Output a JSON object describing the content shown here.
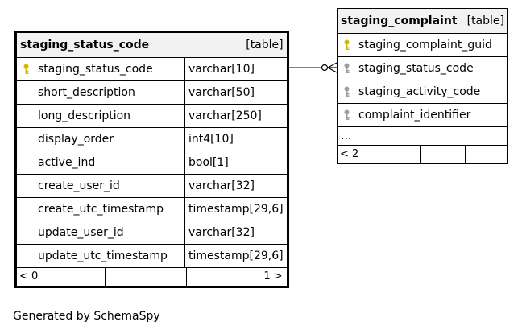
{
  "tables": {
    "status": {
      "name": "staging_status_code",
      "kind": "[table]",
      "columns": [
        {
          "name": "staging_status_code",
          "type": "varchar[10]",
          "key": "primary"
        },
        {
          "name": "short_description",
          "type": "varchar[50]",
          "key": "none"
        },
        {
          "name": "long_description",
          "type": "varchar[250]",
          "key": "none"
        },
        {
          "name": "display_order",
          "type": "int4[10]",
          "key": "none"
        },
        {
          "name": "active_ind",
          "type": "bool[1]",
          "key": "none"
        },
        {
          "name": "create_user_id",
          "type": "varchar[32]",
          "key": "none"
        },
        {
          "name": "create_utc_timestamp",
          "type": "timestamp[29,6]",
          "key": "none"
        },
        {
          "name": "update_user_id",
          "type": "varchar[32]",
          "key": "none"
        },
        {
          "name": "update_utc_timestamp",
          "type": "timestamp[29,6]",
          "key": "none"
        }
      ],
      "footer": {
        "left": "< 0",
        "right": "1 >"
      }
    },
    "complaint": {
      "name": "staging_complaint",
      "kind": "[table]",
      "columns": [
        {
          "name": "staging_complaint_guid",
          "key": "primary"
        },
        {
          "name": "staging_status_code",
          "key": "foreign"
        },
        {
          "name": "staging_activity_code",
          "key": "foreign"
        },
        {
          "name": "complaint_identifier",
          "key": "foreign"
        }
      ],
      "more": "...",
      "footer": {
        "left": "< 2"
      }
    }
  },
  "colors": {
    "primary_key": "#d4b800",
    "foreign_key": "#9e9e9e",
    "header_bg": "#f2f2f2"
  },
  "footer_text": "Generated by SchemaSpy"
}
